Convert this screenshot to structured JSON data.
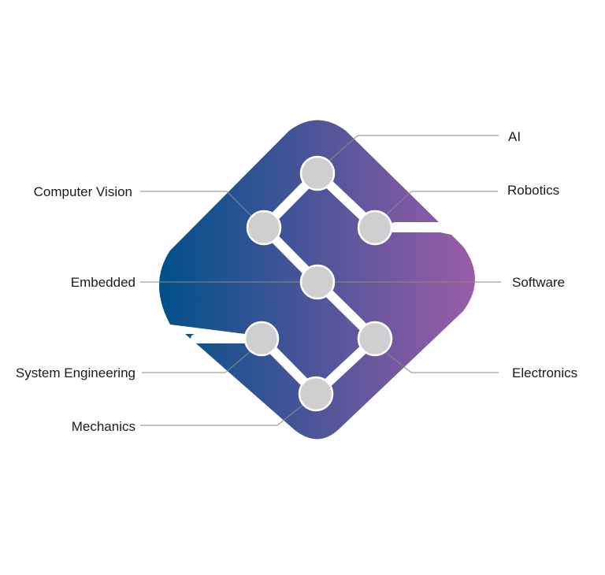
{
  "colors": {
    "gradient_start": "#004f8a",
    "gradient_end": "#9c5ca8",
    "node_fill": "#cfcfd2",
    "leader_line": "#8a8a8a"
  },
  "labels": {
    "ai": "AI",
    "robotics": "Robotics",
    "software": "Software",
    "electronics": "Electronics",
    "computer_vision": "Computer Vision",
    "embedded": "Embedded",
    "system_engineering": "System Engineering",
    "mechanics": "Mechanics"
  }
}
